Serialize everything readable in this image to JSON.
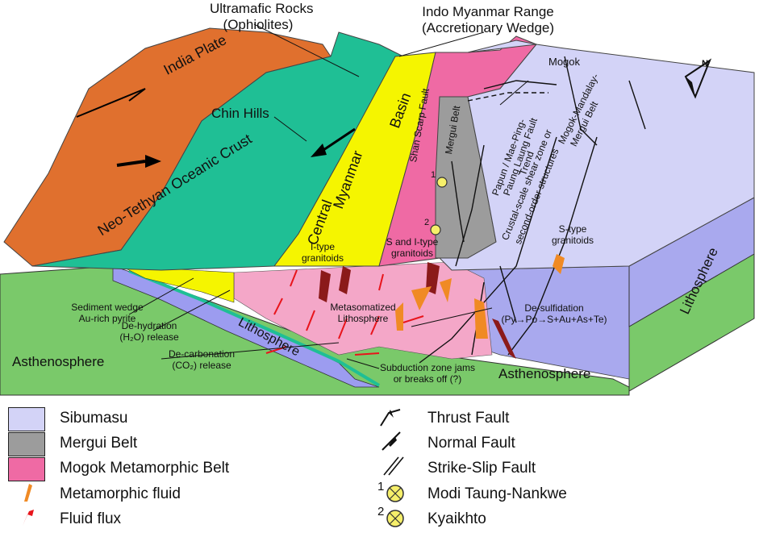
{
  "labels": {
    "ultramafic": "Ultramafic Rocks",
    "ophiolites": "(Ophiolites)",
    "indo_myanmar": "Indo Myanmar Range",
    "accretionary": "(Accretionary Wedge)",
    "india_plate": "India Plate",
    "chin_hills": "Chin Hills",
    "neo_tethyan": "Neo-Tethyan Oceanic Crust",
    "central": "Central",
    "myanmar": "Myanmar",
    "basin": "Basin",
    "shan_scarp": "Shan Scarp Fault",
    "mergui_belt": "Mergui Belt",
    "mogok": "Mogok",
    "mogok_mandalay_1": "Mogok-Mandalay-",
    "mogok_mandalay_2": "Mergui Belt",
    "papun_1": "Papun / Mae-Ping-",
    "papun_2": "Paung Laung Fault",
    "papun_3": "Trend",
    "crustal_1": "Crustal-scale shear zone or",
    "crustal_2": "second-order structures",
    "i_type_1": "I-type",
    "i_type_2": "granitoids",
    "s_i_type_1": "S and I-type",
    "s_i_type_2": "granitoids",
    "s_type_1": "S-type",
    "s_type_2": "granitoids",
    "metasom_1": "Metasomatized",
    "metasom_2": "Lithosphere",
    "lithosphere_slab": "Lithosphere",
    "lithosphere_right": "Lithosphere",
    "sediment_1": "Sediment wedge",
    "sediment_2": "Au-rich pyrite",
    "dehydration_1": "De-hydration",
    "dehydration_2": "(H₂O) release",
    "decarbonation_1": "De-carbonation",
    "decarbonation_2": "(CO₂) release",
    "desulfidation_1": "De-sulfidation",
    "desulfidation_2": "(Py→Po→S+Au+As+Te)",
    "subduction_1": "Subduction zone jams",
    "subduction_2": "or breaks off (?)",
    "astheno_left": "Asthenosphere",
    "astheno_right": "Asthenosphere",
    "deposit_1_num": "1",
    "deposit_2_num": "2",
    "north": "N"
  },
  "legend_left": [
    {
      "label": "Sibumasu",
      "color": "#d3d3f7"
    },
    {
      "label": "Mergui Belt",
      "color": "#9c9c9c"
    },
    {
      "label": "Mogok Metamorphic Belt",
      "color": "#ef6aa4"
    },
    {
      "label": "Metamorphic fluid",
      "icon": "metamorphic-fluid-icon",
      "color": "#f08a24"
    },
    {
      "label": "Fluid flux",
      "icon": "fluid-flux-arrow-icon",
      "color": "#e8141b"
    }
  ],
  "legend_right": [
    {
      "label": "Thrust Fault",
      "icon": "thrust-fault-icon"
    },
    {
      "label": "Normal Fault",
      "icon": "normal-fault-icon"
    },
    {
      "label": "Strike-Slip Fault",
      "icon": "strike-slip-fault-icon"
    },
    {
      "num": "1",
      "label": "Modi Taung-Nankwe",
      "icon": "gold-deposit-icon"
    },
    {
      "num": "2",
      "label": "Kyaikhto",
      "icon": "gold-deposit-icon"
    }
  ],
  "colors": {
    "india_plate": "#e0702e",
    "oceanic_crust": "#1fbf95",
    "central_basin": "#f5f500",
    "mogok_belt": "#ef6aa4",
    "metasom": "#f4a7c8",
    "mergui": "#9c9c9c",
    "sibumasu": "#d3d3f7",
    "sibumasu_dark": "#a9a9ee",
    "asthenosphere": "#7ac96a",
    "slab": "#9c9cf0",
    "fluid": "#e8141b",
    "granite": "#8b1a1a",
    "deposit": "#f6ef6a"
  }
}
